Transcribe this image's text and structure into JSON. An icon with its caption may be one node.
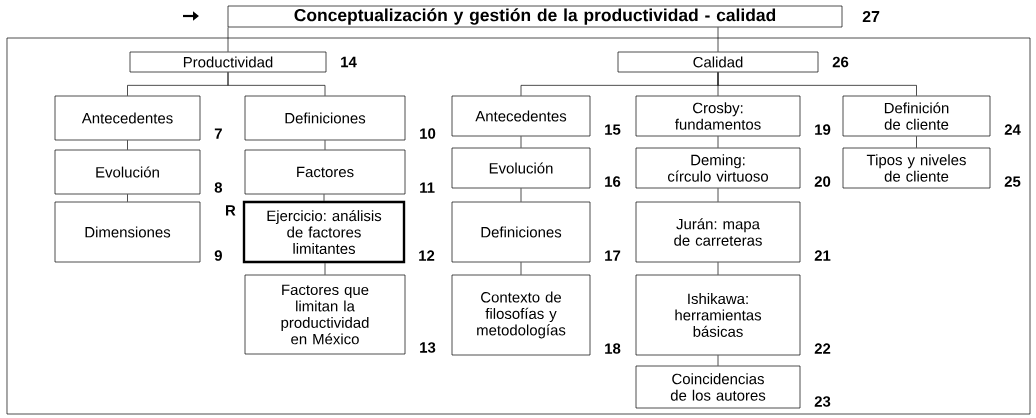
{
  "diagram": {
    "nodes": [
      {
        "text": [
          "Conceptualización y gestión de la productividad - calidad"
        ],
        "beside": [
          "27"
        ]
      },
      {
        "text": [],
        "shape": "box"
      },
      {
        "text": [
          "Productividad"
        ],
        "beside": [
          "14"
        ],
        "in": 1
      },
      {
        "text": [
          "Antecedentes"
        ],
        "beside": [
          "7"
        ],
        "in": 1
      },
      {
        "text": [
          "Evolución"
        ],
        "beside": [
          "8"
        ],
        "in": 1
      },
      {
        "text": [
          "Dimensiones"
        ],
        "beside": [
          "9"
        ],
        "in": 1
      },
      {
        "text": [
          "Definiciones"
        ],
        "beside": [
          "10"
        ],
        "in": 1
      },
      {
        "text": [
          "Factores"
        ],
        "beside": [
          "11"
        ],
        "in": 1
      },
      {
        "text": [
          "Ejercicio: análisis de factores limitantes"
        ],
        "beside": [
          "R",
          "12"
        ],
        "in": 1
      },
      {
        "text": [
          "Factores que limitan la productividad en México"
        ],
        "beside": [
          "13"
        ],
        "in": 1
      },
      {
        "text": [
          "Calidad"
        ],
        "beside": [
          "26"
        ],
        "in": 1
      },
      {
        "text": [
          "Antecedentes"
        ],
        "beside": [
          "15"
        ],
        "in": 1
      },
      {
        "text": [
          "Evolución"
        ],
        "beside": [
          "16"
        ],
        "in": 1
      },
      {
        "text": [
          "Definiciones"
        ],
        "beside": [
          "17"
        ],
        "in": 1
      },
      {
        "text": [
          "Contexto de filosofías y metodologías"
        ],
        "beside": [
          "18"
        ],
        "in": 1
      },
      {
        "text": [
          "Crosby: fundamentos"
        ],
        "beside": [
          "19"
        ],
        "in": 1
      },
      {
        "text": [
          "Deming: círculo virtuoso"
        ],
        "beside": [
          "20"
        ],
        "in": 1
      },
      {
        "text": [
          "Jurán: mapa de carreteras"
        ],
        "beside": [
          "21"
        ],
        "in": 1
      },
      {
        "text": [
          "Ishikawa: herramientas básicas"
        ],
        "beside": [
          "22"
        ],
        "in": 1
      },
      {
        "text": [
          "Coincidencias de los autores"
        ],
        "beside": [
          "23"
        ],
        "in": 1
      },
      {
        "text": [
          "Definición de cliente"
        ],
        "beside": [
          "24"
        ],
        "in": 1
      },
      {
        "text": [
          "Tipos y niveles de cliente"
        ],
        "beside": [
          "25"
        ],
        "in": 1
      }
    ],
    "edges": [
      {
        "from": 0,
        "to": 2,
        "arrow": "none"
      },
      {
        "from": 0,
        "to": 10,
        "arrow": "none"
      },
      {
        "from": 2,
        "to": 3,
        "arrow": "none"
      },
      {
        "from": 2,
        "to": 6,
        "arrow": "none"
      },
      {
        "from": 3,
        "to": 4,
        "arrow": "none"
      },
      {
        "from": 4,
        "to": 5,
        "arrow": "none"
      },
      {
        "from": 6,
        "to": 7,
        "arrow": "none"
      },
      {
        "from": 7,
        "to": 8,
        "arrow": "none"
      },
      {
        "from": 8,
        "to": 9,
        "arrow": "none"
      },
      {
        "from": 10,
        "to": 11,
        "arrow": "none"
      },
      {
        "from": 10,
        "to": 15,
        "arrow": "none"
      },
      {
        "from": 10,
        "to": 20,
        "arrow": "none"
      },
      {
        "from": 11,
        "to": 12,
        "arrow": "none"
      },
      {
        "from": 12,
        "to": 13,
        "arrow": "none"
      },
      {
        "from": 13,
        "to": 14,
        "arrow": "none"
      },
      {
        "from": 15,
        "to": 16,
        "arrow": "none"
      },
      {
        "from": 16,
        "to": 17,
        "arrow": "none"
      },
      {
        "from": 17,
        "to": 18,
        "arrow": "none"
      },
      {
        "from": 18,
        "to": 19,
        "arrow": "none"
      },
      {
        "from": 20,
        "to": 21,
        "arrow": "none"
      }
    ]
  }
}
